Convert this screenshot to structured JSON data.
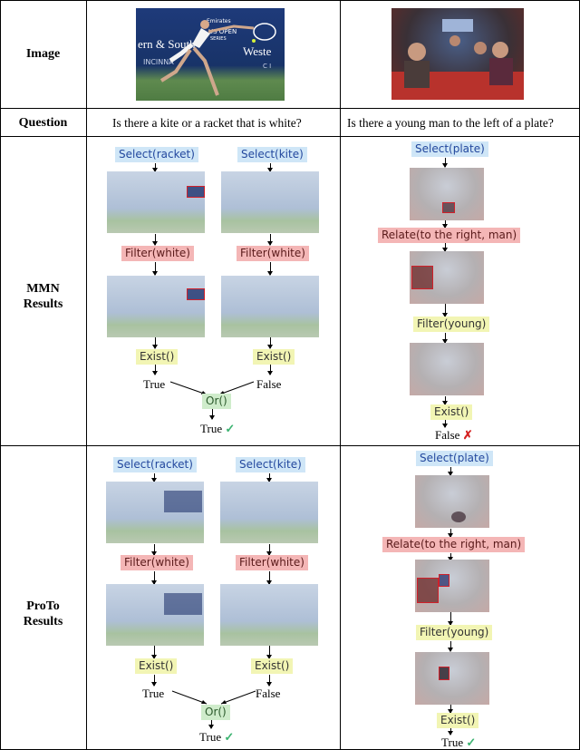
{
  "rows": {
    "image_label": "Image",
    "question_label": "Question",
    "mmn_label_1": "MMN",
    "mmn_label_2": "Results",
    "proto_label_1": "ProTo",
    "proto_label_2": "Results"
  },
  "questions": {
    "q1": "Is there a kite or a racket that is white?",
    "q2": "Is there a young man to the left of a plate?"
  },
  "tennis_image_text": {
    "line1": "Emirates",
    "line2": "US OPEN",
    "line3": "SERIES",
    "line4": "ern & South",
    "line5": "Weste",
    "line6": "INCINNA",
    "line7": "C I"
  },
  "mmn": {
    "left": {
      "select1": "Select(racket)",
      "select2": "Select(kite)",
      "filter1": "Filter(white)",
      "filter2": "Filter(white)",
      "exist1": "Exist()",
      "exist2": "Exist()",
      "out1": "True",
      "out2": "False",
      "or": "Or()",
      "final": "True",
      "final_mark": "✓"
    },
    "right": {
      "select": "Select(plate)",
      "relate": "Relate(to the right, man)",
      "filter": "Filter(young)",
      "exist": "Exist()",
      "final": "False",
      "final_mark": "✗"
    }
  },
  "proto": {
    "left": {
      "select1": "Select(racket)",
      "select2": "Select(kite)",
      "filter1": "Filter(white)",
      "filter2": "Filter(white)",
      "exist1": "Exist()",
      "exist2": "Exist()",
      "out1": "True",
      "out2": "False",
      "or": "Or()",
      "final": "True",
      "final_mark": "✓"
    },
    "right": {
      "select": "Select(plate)",
      "relate": "Relate(to the right, man)",
      "filter": "Filter(young)",
      "exist": "Exist()",
      "final": "True",
      "final_mark": "✓"
    }
  },
  "colors": {
    "select_bg": "#cfe6f7",
    "filter_bg": "#f4b6b6",
    "exist_bg": "#f2f5b4",
    "or_bg": "#cfeccb",
    "check": "#3cb371",
    "cross": "#d42020"
  }
}
